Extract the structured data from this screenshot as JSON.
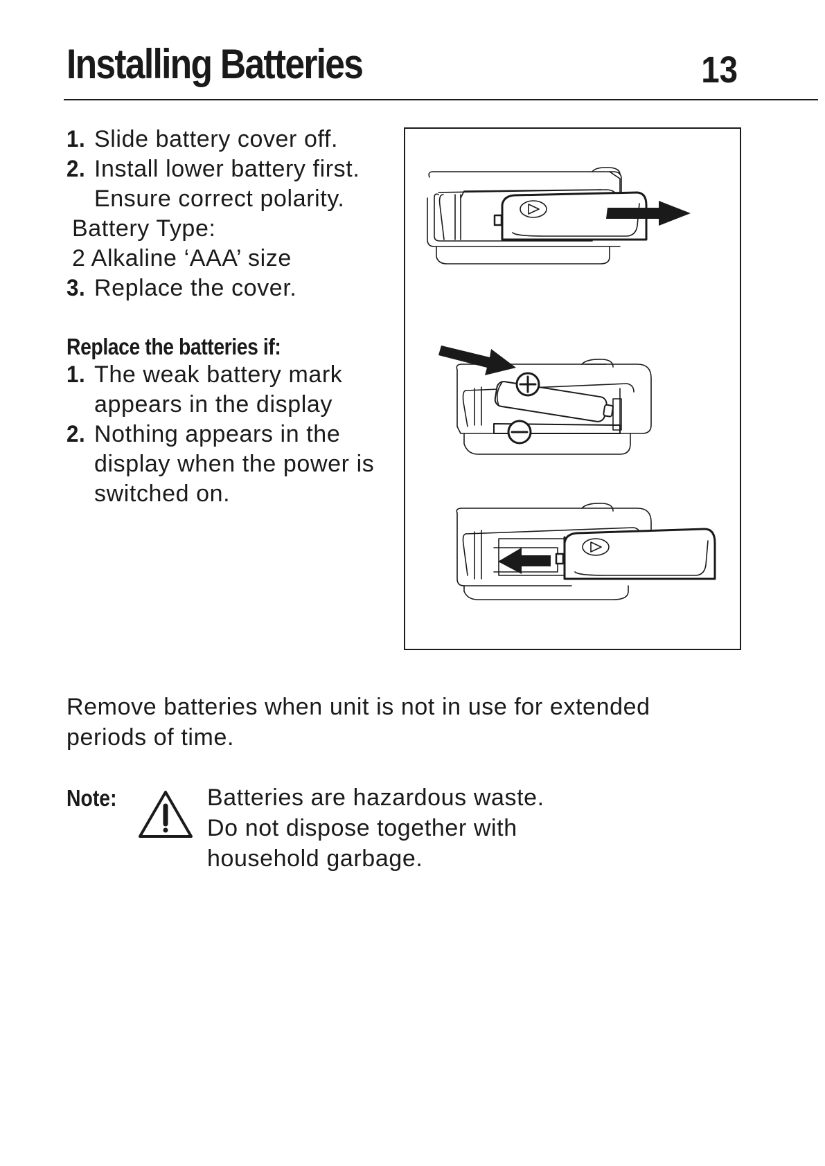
{
  "header": {
    "title": "Installing Batteries",
    "page_number": "13"
  },
  "install_steps": [
    {
      "num": "1.",
      "lines": [
        "Slide battery cover off."
      ]
    },
    {
      "num": "2.",
      "lines": [
        "Install lower battery first.",
        "Ensure correct polarity."
      ]
    },
    {
      "num": "",
      "lines": [
        "Battery Type:",
        "2 Alkaline ‘AAA’ size"
      ]
    },
    {
      "num": "3.",
      "lines": [
        "Replace the cover."
      ]
    }
  ],
  "replace_section": {
    "heading": "Replace the batteries if:",
    "items": [
      {
        "num": "1.",
        "lines": [
          "The weak battery mark",
          "appears in the display"
        ]
      },
      {
        "num": "2.",
        "lines": [
          "Nothing appears in the",
          "display when the power is",
          "switched on."
        ]
      }
    ]
  },
  "figure": {
    "plus_symbol": "+",
    "minus_symbol": "−"
  },
  "storage_note": "Remove batteries when unit is not in use for extended periods of time.",
  "note": {
    "label": "Note:",
    "icon": "warning-triangle-icon",
    "lines": [
      "Batteries are hazardous waste.",
      "Do not dispose together with",
      "household garbage."
    ]
  }
}
